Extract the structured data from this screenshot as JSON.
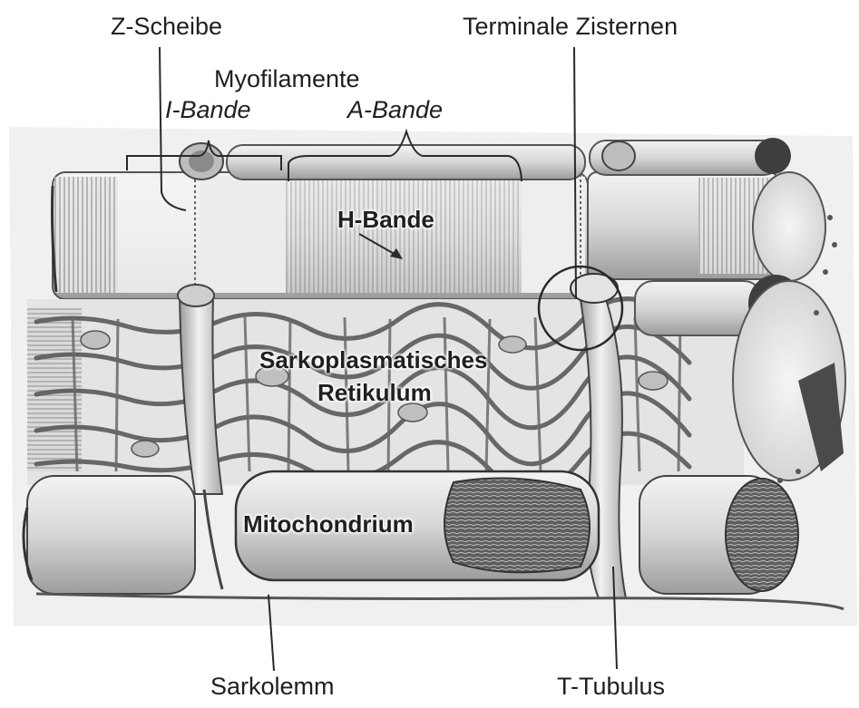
{
  "labels": {
    "z_scheibe": "Z-Scheibe",
    "terminale_zisternen": "Terminale Zisternen",
    "myofilamente": "Myofilamente",
    "i_bande": "I-Bande",
    "a_bande": "A-Bande",
    "h_bande": "H-Bande",
    "sarkoplasmatisches": "Sarkoplasmatisches",
    "retikulum": "Retikulum",
    "mitochondrium": "Mitochondrium",
    "sarkolemm": "Sarkolemm",
    "t_tubulus": "T-Tubulus"
  },
  "colors": {
    "ink": "#1f1f1f",
    "fiber_light": "#e6e6e6",
    "fiber_mid": "#c4c4c4",
    "fiber_dark": "#4a4a4a",
    "reticulum_dark": "#5a5a5a"
  }
}
